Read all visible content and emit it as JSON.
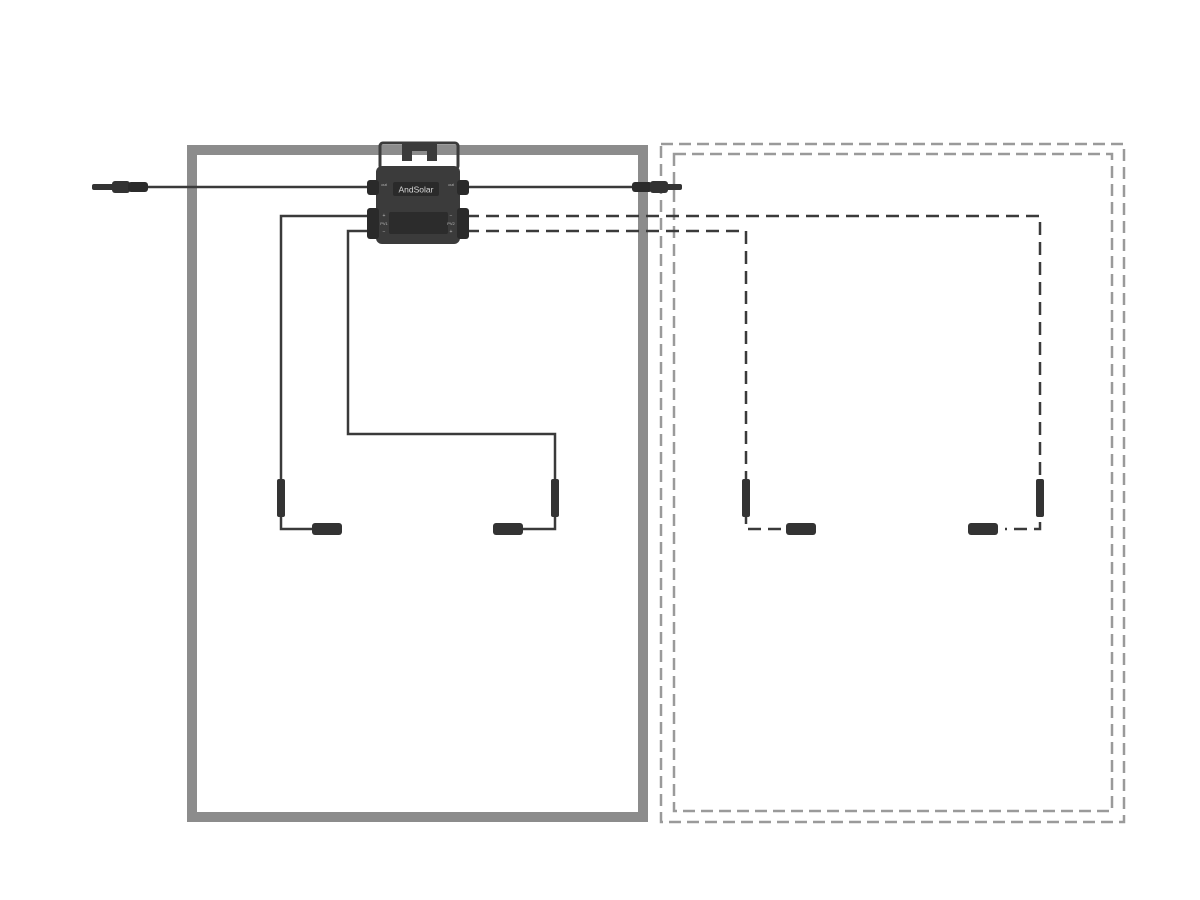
{
  "diagram": {
    "inverter": {
      "brand_label": "AndSolar",
      "port_labels": {
        "ac_in_left": "out",
        "ac_out_right": "out",
        "pv_left": "PV1",
        "pv_right": "PV2",
        "plus": "+",
        "minus": "−"
      }
    },
    "panels": [
      {
        "id": "panel-1",
        "style": "solid"
      },
      {
        "id": "panel-2",
        "style": "dashed"
      }
    ],
    "colors": {
      "panel_frame_solid": "#8c8c8c",
      "panel_frame_dashed": "#9a9a9a",
      "cable": "#3a3a3a",
      "connector": "#333333",
      "inverter_body": "#3b3b3b",
      "inverter_label_bg": "#2a2a2a",
      "inverter_label_text": "#d8d8d8",
      "background": "#ffffff"
    }
  }
}
